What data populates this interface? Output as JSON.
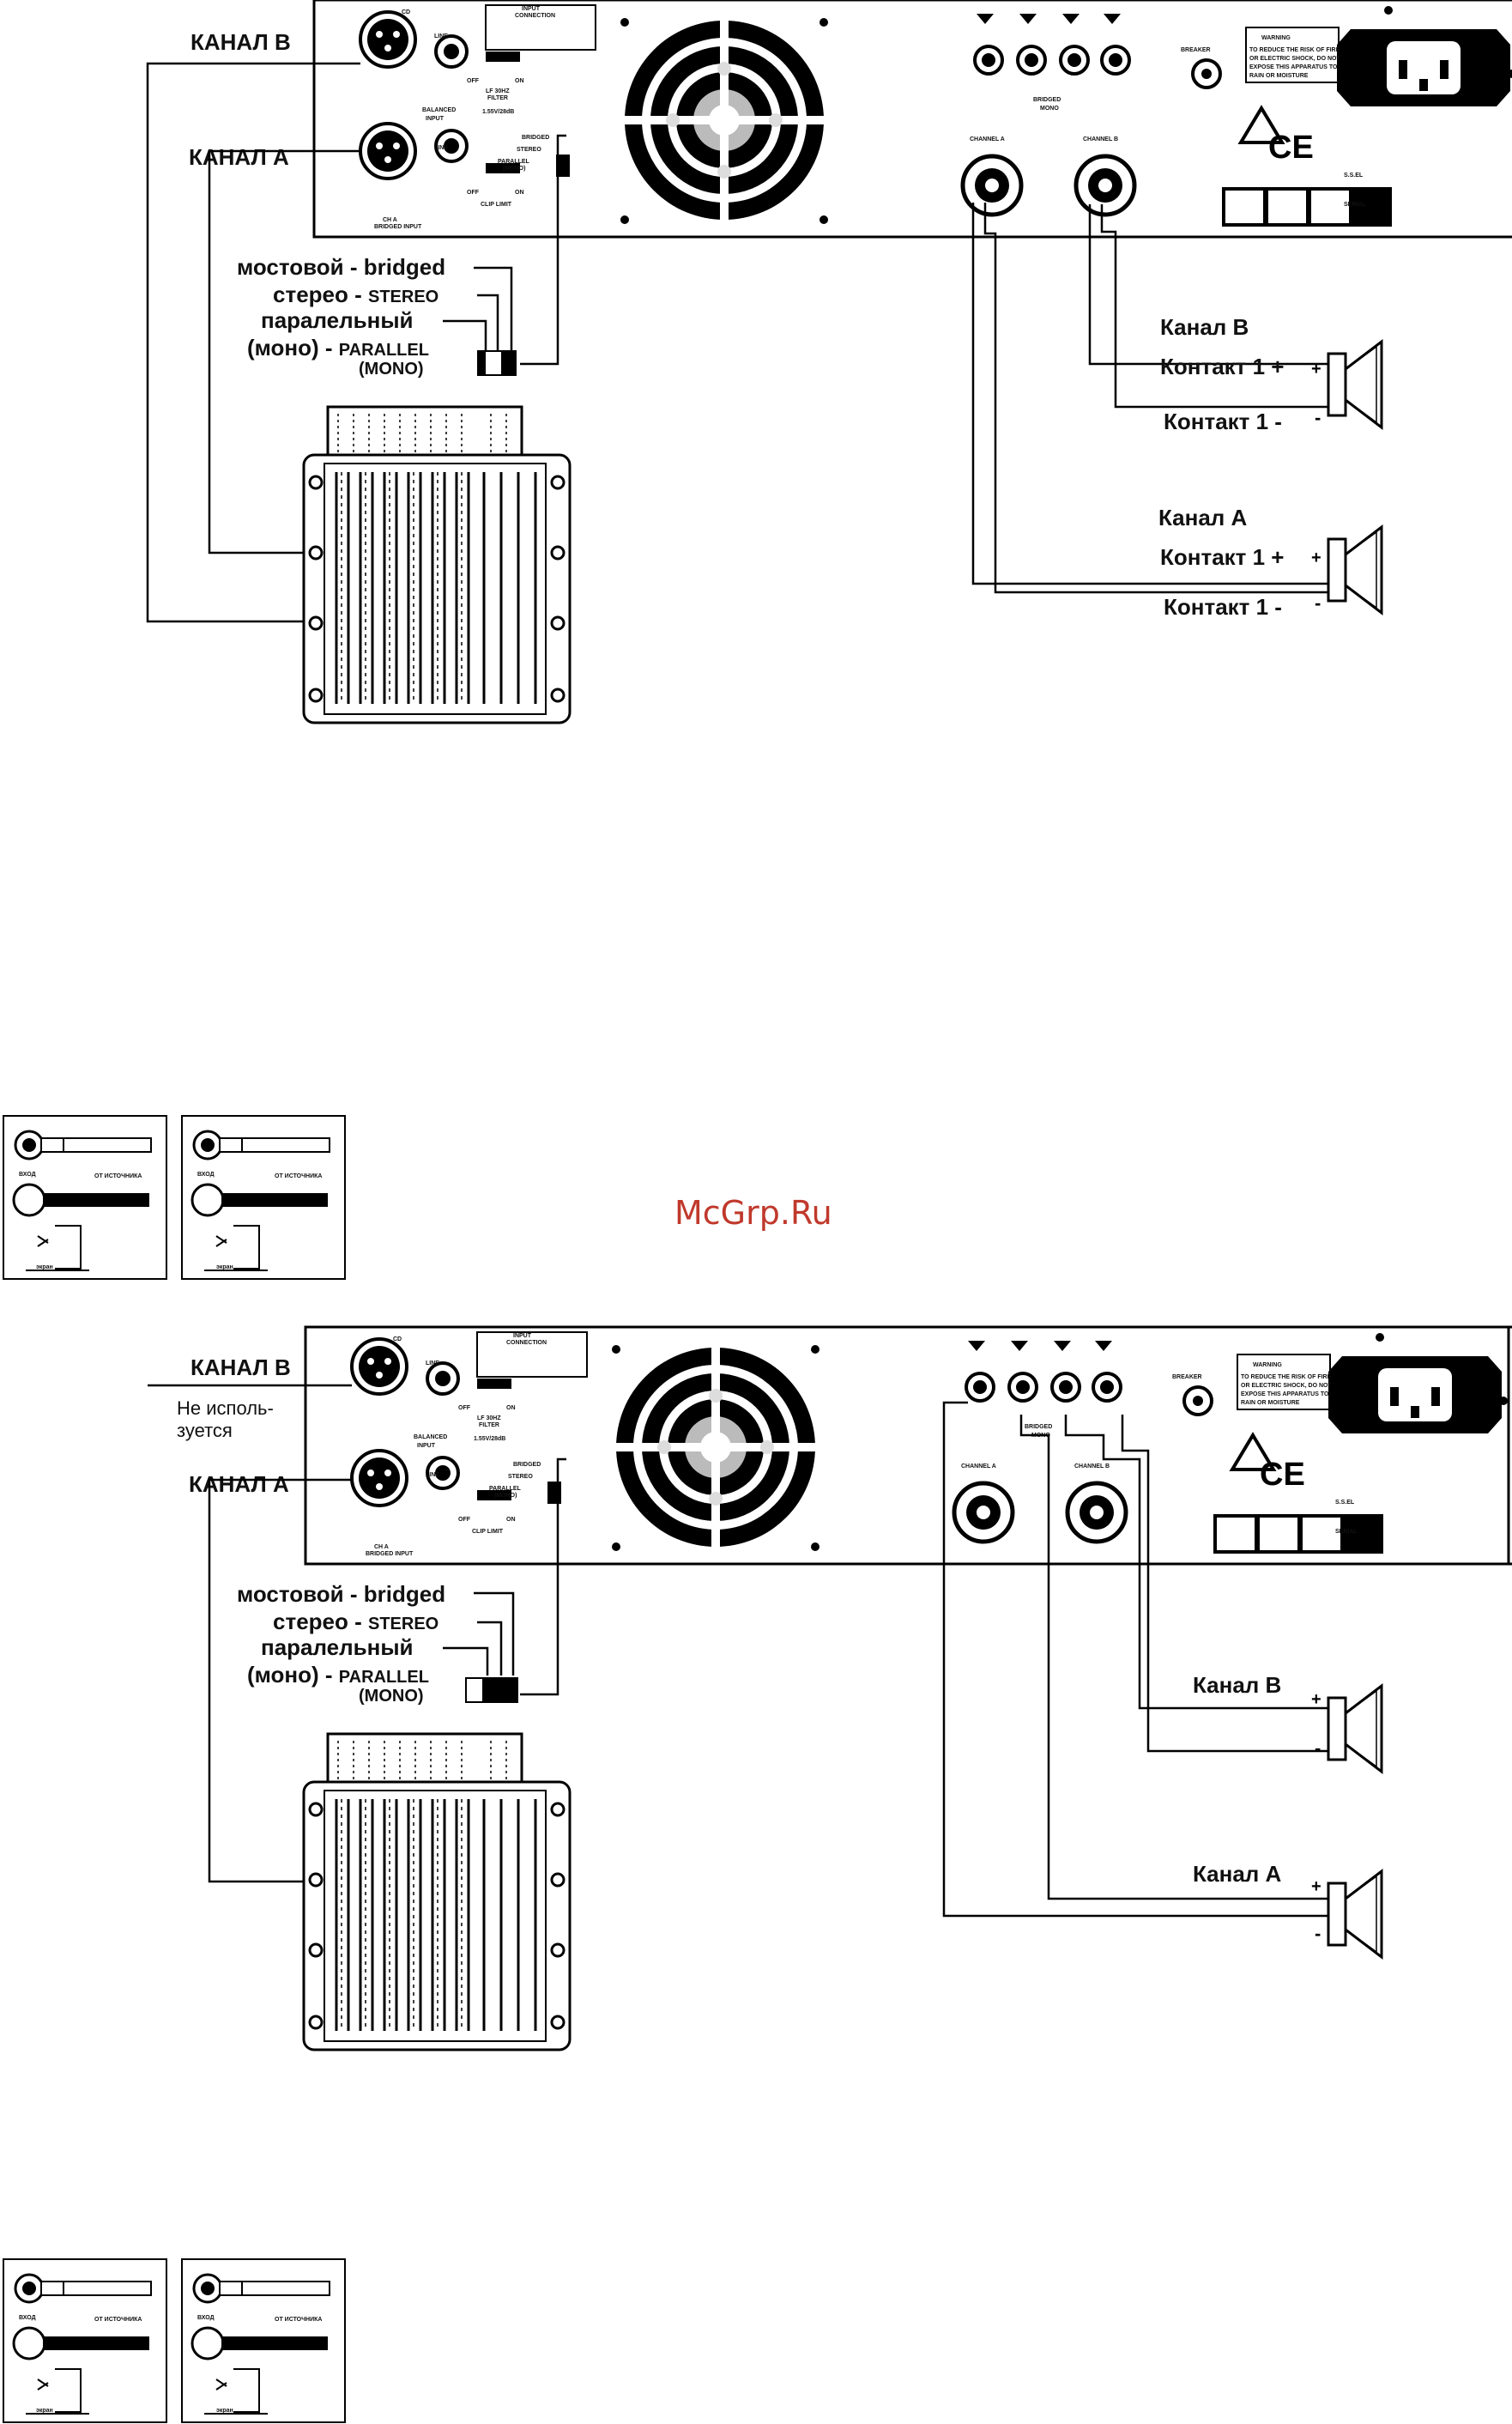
{
  "watermark": "McGrp.Ru",
  "diagram1": {
    "left_labels": [
      "КАНАЛ B",
      "КАНАЛ A"
    ],
    "switch_labels": [
      "мостовой - bridged",
      "стерео - ",
      "STEREO",
      "паралельный",
      "(моно) - ",
      "PARALLEL",
      "(MONO)"
    ],
    "speaker_b": {
      "title": "Канал  B",
      "plus": "Контакт 1 +",
      "minus": "Контакт 1 -"
    },
    "speaker_a": {
      "title": "Канал  A",
      "plus": "Контакт 1 +",
      "minus": "Контакт 1 -"
    }
  },
  "diagram2": {
    "left_labels": [
      "КАНАЛ B",
      "КАНАЛ A"
    ],
    "unused_note": [
      "Не исполь-",
      "зуется"
    ],
    "switch_labels": [
      "мостовой - bridged",
      "стерео - ",
      "STEREO",
      "паралельный",
      "(моно) - ",
      "PARALLEL",
      "(MONO)"
    ],
    "speaker_b": {
      "title": "Канал  B"
    },
    "speaker_a": {
      "title": "Канал  A"
    }
  },
  "amp_panel": {
    "cd": "CD",
    "line": "LINE",
    "balanced_input": [
      "BALANCED",
      "INPUT"
    ],
    "cha_bridged": [
      "CH A",
      "BRIDGED INPUT"
    ],
    "input_connection": [
      "INPUT",
      "CONNECTION"
    ],
    "off": "OFF",
    "on": "ON",
    "lf_filter": [
      "LF 30HZ",
      "FILTER"
    ],
    "sensitivity": "1.55V/28dB",
    "clip_limit": "CLIP LIMIT",
    "bridged": "BRIDGED",
    "stereo": "STEREO",
    "parallel": [
      "PARALLEL",
      "(MONO)"
    ],
    "channel_a": "CHANNEL A",
    "channel_b": "CHANNEL B",
    "bridged_mono": [
      "BRIDGED",
      "MONO"
    ],
    "breaker": "BREAKER",
    "warning_title": "WARNING",
    "warning_lines": [
      "TO REDUCE THE RISK OF FIRE",
      "OR ELECTRIC SHOCK, DO NOT",
      "EXPOSE THIS APPARATUS TO",
      "RAIN OR MOISTURE"
    ],
    "ce": "CE",
    "serial": "S.S.EL",
    "serial2": "SERIAL"
  },
  "inset": {
    "vhod": "ВХОД",
    "ot_istochnika": "ОТ ИСТОЧНИКА",
    "ekran": "экран"
  }
}
